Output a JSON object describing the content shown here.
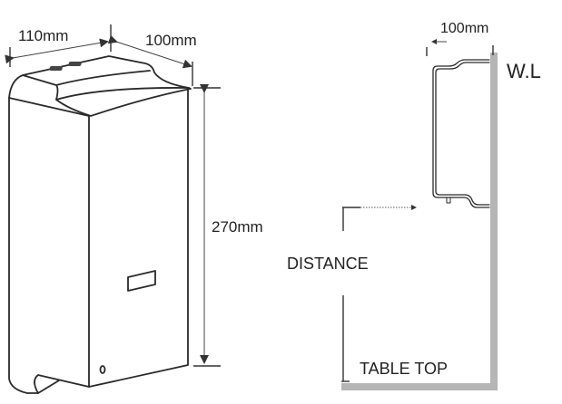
{
  "diagram": {
    "left_view": {
      "width_label": "110mm",
      "depth_label": "100mm",
      "height_label": "270mm"
    },
    "right_view": {
      "depth_label": "100mm",
      "wall_label": "W.L",
      "distance_label": "DISTANCE",
      "table_label": "TABLE TOP"
    },
    "colors": {
      "line": "#2a2a2a",
      "wall": "#b5b5b5",
      "text": "#222222"
    }
  }
}
